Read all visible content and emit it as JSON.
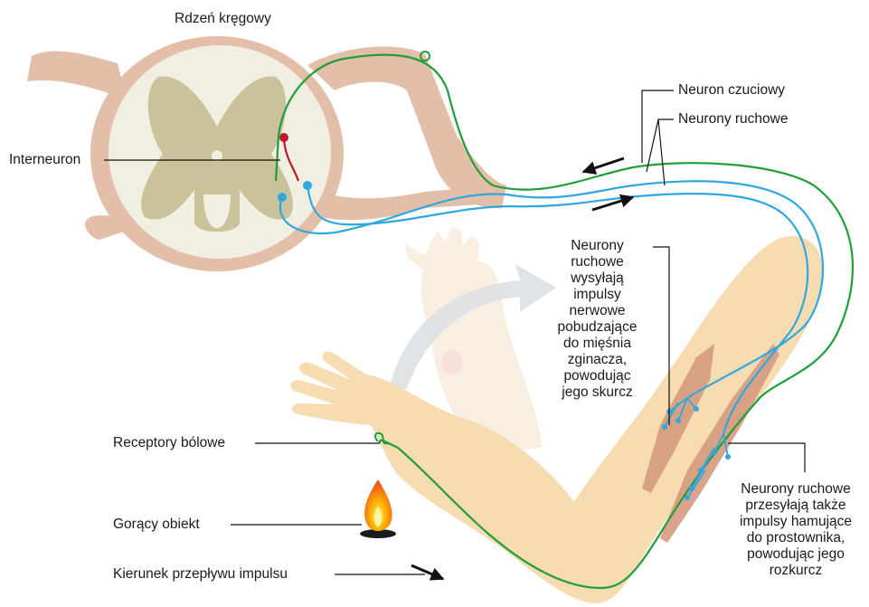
{
  "title": "Rdzeń kręgowy",
  "labels": {
    "interneuron": "Interneuron",
    "sensory_neuron": "Neuron czuciowy",
    "motor_neurons": "Neurony ruchowe",
    "flexor_note": [
      "Neurony",
      "ruchowe",
      "wysyłają",
      "impulsy",
      "nerwowe",
      "pobudzające",
      "do mięśnia",
      "zginacza,",
      "powodując",
      "jego skurcz"
    ],
    "pain_receptors": "Receptory bólowe",
    "hot_object": "Gorący obiekt",
    "impulse_direction": "Kierunek przepływu impulsu",
    "extensor_note": [
      "Neurony ruchowe",
      "przesyłają także",
      "impulsy hamujące",
      "do prostownika,",
      "powodując jego",
      "rozkurcz"
    ]
  },
  "colors": {
    "sensory_neuron": "#1f9e3a",
    "motor_neuron": "#2fa7df",
    "interneuron": "#c0182b",
    "grey_matter": "#c9c29b",
    "white_matter": "#f1efe2",
    "nerve_tissue": "#e3bfa9",
    "skin": "#f6dcb0",
    "muscle": "#d69a80"
  },
  "icons": [
    "flame-icon",
    "arrow-icon"
  ]
}
